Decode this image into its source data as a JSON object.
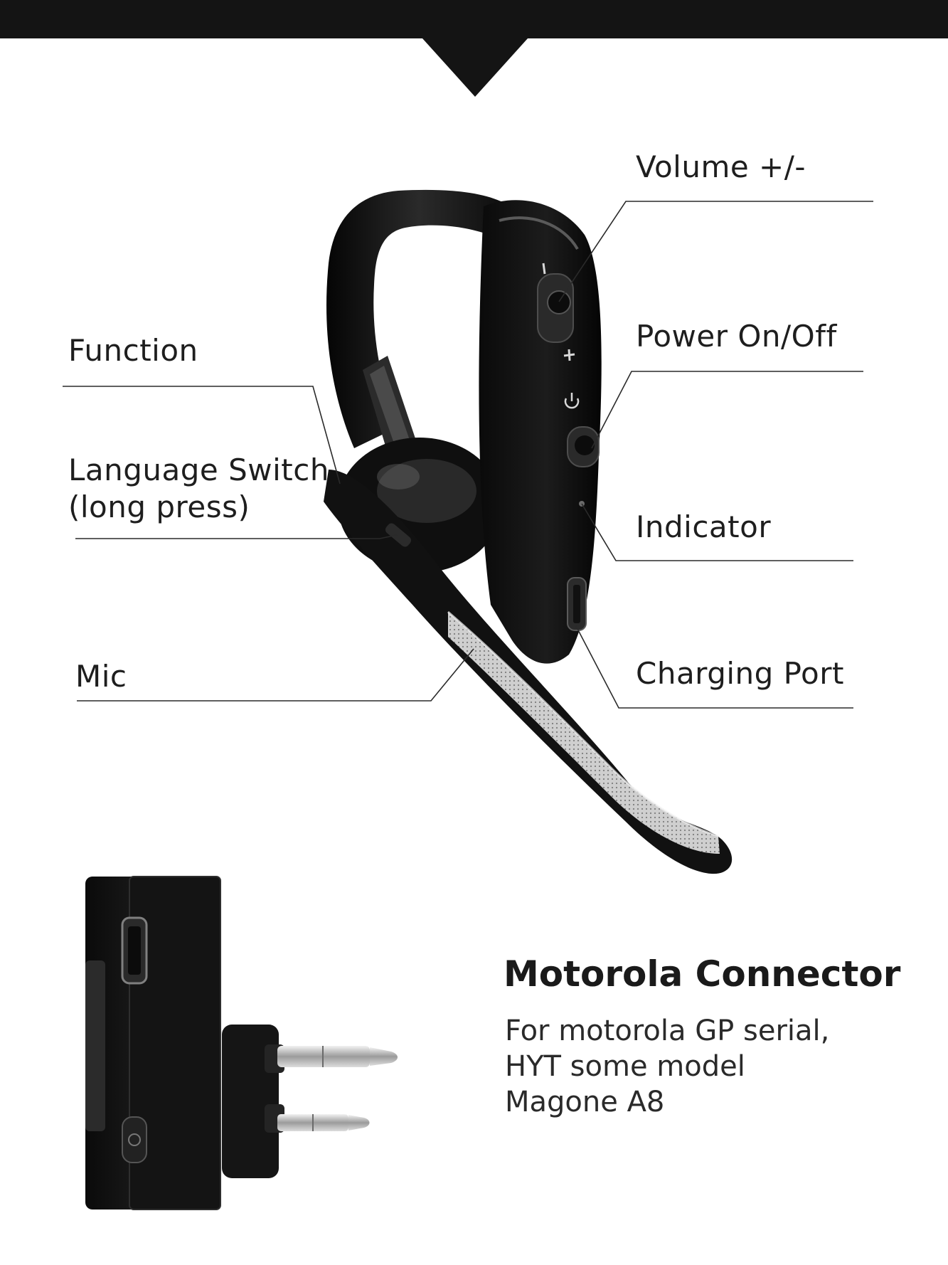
{
  "callouts": {
    "volume": "Volume +/-",
    "power": "Power On/Off",
    "function": "Function",
    "language_line1": "Language Switch",
    "language_line2": "(long press)",
    "indicator": "Indicator",
    "mic": "Mic",
    "charging": "Charging Port"
  },
  "connector": {
    "title": "Motorola Connector",
    "lines": [
      "For motorola GP serial,",
      "HYT some model",
      "Magone A8"
    ]
  },
  "icons": {
    "minus": "minus-icon",
    "plus": "plus-icon",
    "power": "power-icon"
  },
  "colors": {
    "top_banner": "#141414",
    "device_body": "#121212",
    "text": "#1e1e1e"
  }
}
